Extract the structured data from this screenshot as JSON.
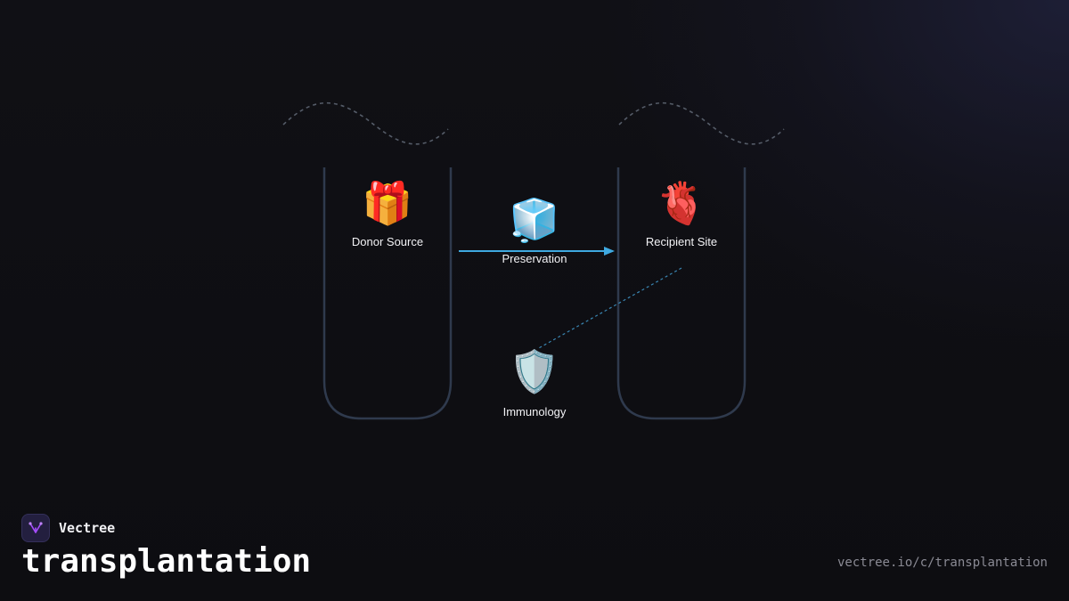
{
  "brand": {
    "name": "Vectree",
    "logo_color": "#a64dff"
  },
  "page": {
    "title": "transplantation",
    "url": "vectree.io/c/transplantation"
  },
  "diagram": {
    "nodes": [
      {
        "id": "donor",
        "label": "Donor Source",
        "icon": "gift-icon",
        "glyph": "🎁"
      },
      {
        "id": "preservation",
        "label": "Preservation",
        "icon": "ice-cube-icon",
        "glyph": "🧊"
      },
      {
        "id": "recipient",
        "label": "Recipient Site",
        "icon": "anatomical-heart-icon",
        "glyph": "🫀"
      },
      {
        "id": "immunology",
        "label": "Immunology",
        "icon": "shield-icon",
        "glyph": "🛡️"
      }
    ],
    "edges": [
      {
        "from": "donor",
        "to": "recipient",
        "style": "solid-arrow"
      },
      {
        "from": "recipient",
        "to": "immunology",
        "style": "dashed"
      }
    ],
    "colors": {
      "container_stroke": "#2f3a4d",
      "wave_stroke": "#555c68",
      "arrow": "#3fa9e0",
      "dashed_link": "#3a86b3"
    }
  }
}
